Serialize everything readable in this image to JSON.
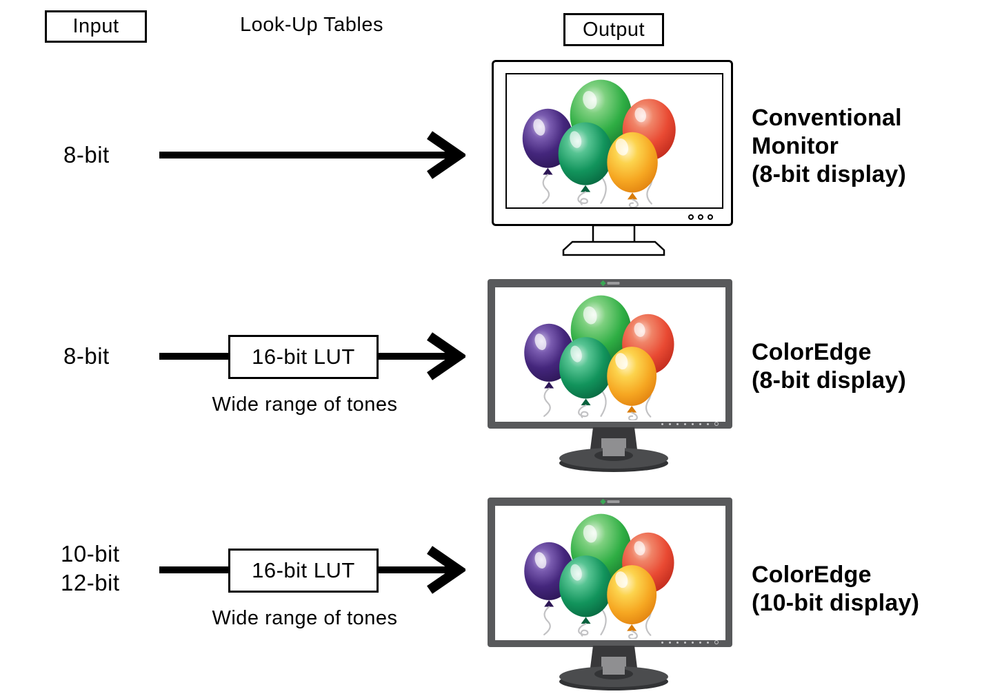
{
  "header": {
    "input_label": "Input",
    "lut_heading": "Look-Up Tables",
    "output_label": "Output"
  },
  "rows": [
    {
      "inputs": [
        "8-bit"
      ],
      "lut_label": "",
      "note": "",
      "monitor_type": "conventional-monitor",
      "label_lines": [
        "Conventional",
        "Monitor",
        "(8-bit display)"
      ]
    },
    {
      "inputs": [
        "8-bit"
      ],
      "lut_label": "16-bit LUT",
      "note": "Wide range of tones",
      "monitor_type": "coloredge-monitor",
      "label_lines": [
        "ColorEdge",
        "(8-bit display)"
      ]
    },
    {
      "inputs": [
        "10-bit",
        "12-bit"
      ],
      "lut_label": "16-bit LUT",
      "note": "Wide range of tones",
      "monitor_type": "coloredge-monitor",
      "label_lines": [
        "ColorEdge",
        "(10-bit display)"
      ]
    }
  ],
  "colors": {
    "arrow": "#000000",
    "coloredge_bezel": "#58595b",
    "coloredge_stand": "#4b4c4e",
    "balloon_purple": "#44267c",
    "balloon_green": "#2fae44",
    "balloon_teal": "#12945c",
    "balloon_red": "#e94a33",
    "balloon_yellow": "#f6a722",
    "eizo_logo_green": "#3aa655"
  },
  "icons": {
    "brand_logo": "eizo-logo",
    "monitor_controls": "control-dots",
    "flow_arrow": "right-arrow"
  }
}
